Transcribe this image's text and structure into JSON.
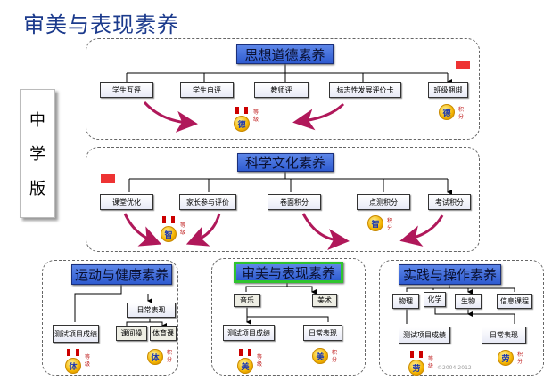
{
  "title": "审美与表现素养",
  "side_label": [
    "中",
    "学",
    "版"
  ],
  "moral": {
    "title": "思想道德素养",
    "items": [
      "学生互评",
      "学生自评",
      "教师评",
      "标志性发展评价卡",
      "班级捆绑"
    ],
    "medal_grade": "德",
    "medal_points": "德"
  },
  "science": {
    "title": "科学文化素养",
    "items": [
      "课堂优化",
      "家长参与评价",
      "卷面积分",
      "点测积分",
      "考试积分"
    ],
    "medal_grade": "智",
    "medal_points": "智"
  },
  "sport": {
    "title": "运动与健康素养",
    "daily": "日常表现",
    "test": "测试项目成绩",
    "sub": [
      "课间操",
      "体育课"
    ],
    "medal_grade": "体",
    "medal_points": "体"
  },
  "art": {
    "title": "审美与表现素养",
    "items": [
      "音乐",
      "美术"
    ],
    "test": "测试项目成绩",
    "daily": "日常表现",
    "medal_grade": "美",
    "medal_points": "美"
  },
  "practice": {
    "title": "实践与操作素养",
    "items": [
      "物理",
      "化学",
      "生物",
      "信息课程"
    ],
    "test": "测试项目成绩",
    "daily": "日常表现",
    "medal_grade": "劳",
    "medal_points": "劳"
  },
  "labels": {
    "grade": "等级",
    "points": "积分"
  },
  "watermark": "©2004-2012",
  "colors": {
    "header": "#2e5bd0",
    "highlight": "#2fc42f",
    "arrow": "#b0185a",
    "title": "#1b3a8c"
  }
}
